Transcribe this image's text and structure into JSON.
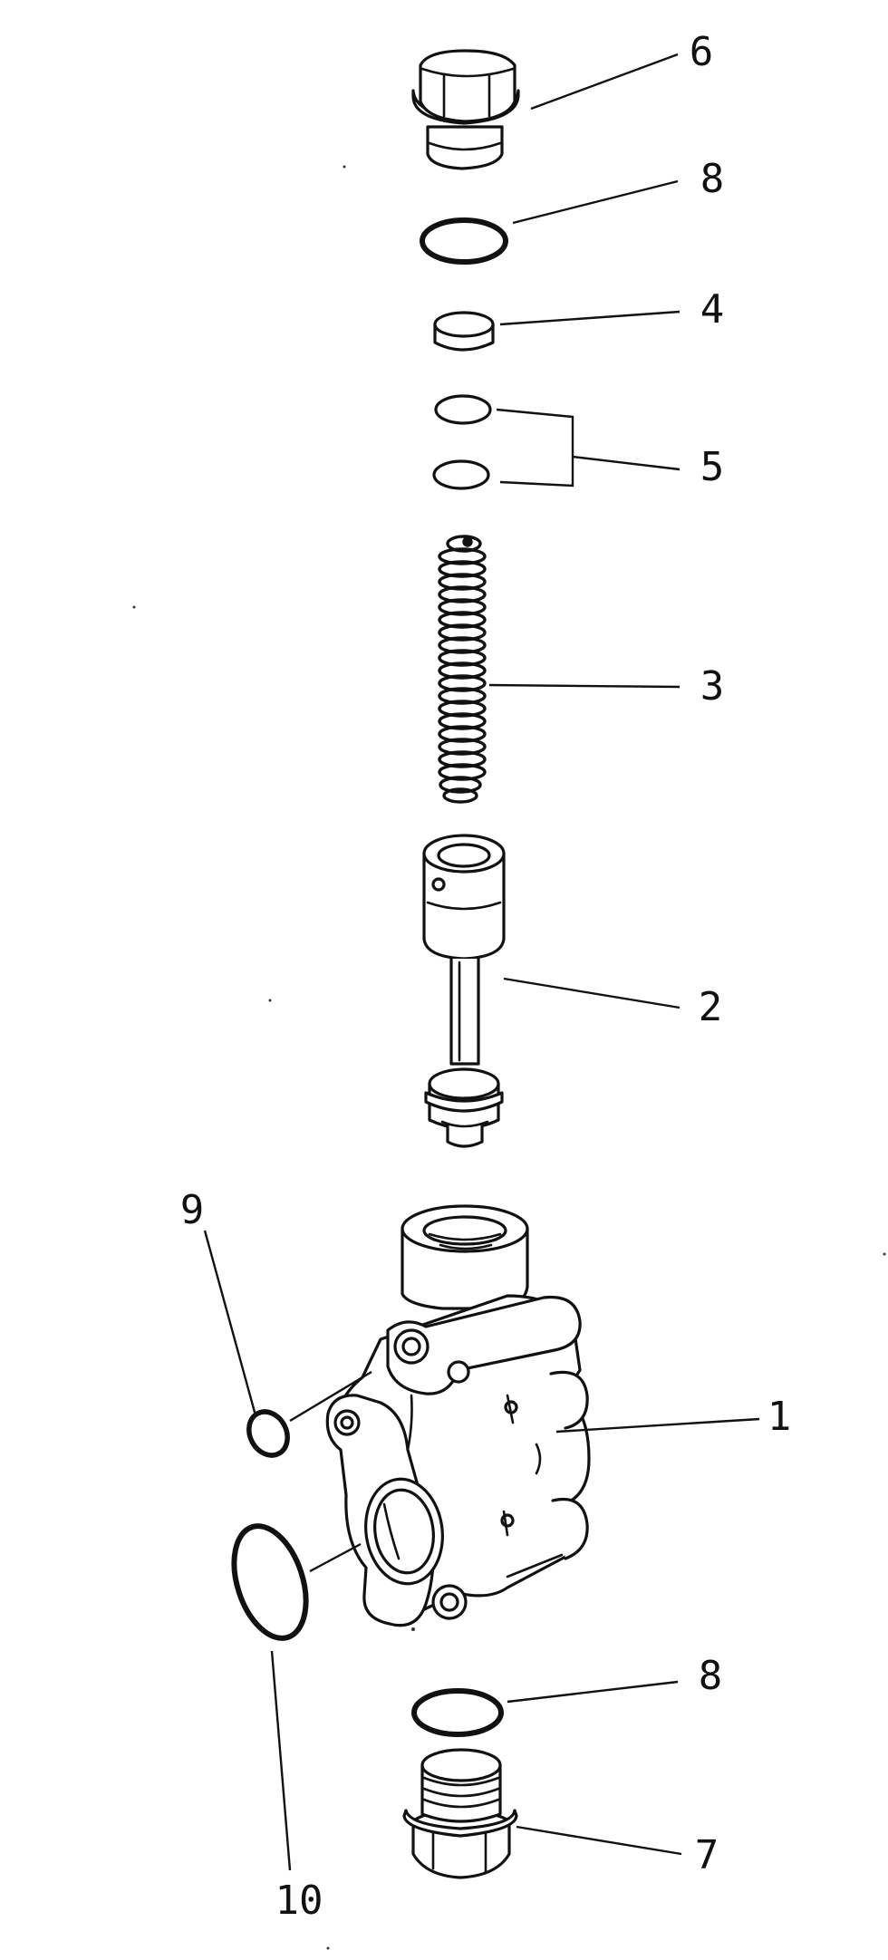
{
  "diagram": {
    "callouts": [
      {
        "id": "6",
        "label": "6"
      },
      {
        "id": "8a",
        "label": "8"
      },
      {
        "id": "4",
        "label": "4"
      },
      {
        "id": "5",
        "label": "5"
      },
      {
        "id": "3",
        "label": "3"
      },
      {
        "id": "2",
        "label": "2"
      },
      {
        "id": "9",
        "label": "9"
      },
      {
        "id": "1",
        "label": "1"
      },
      {
        "id": "8b",
        "label": "8"
      },
      {
        "id": "7",
        "label": "7"
      },
      {
        "id": "10",
        "label": "10"
      }
    ]
  }
}
